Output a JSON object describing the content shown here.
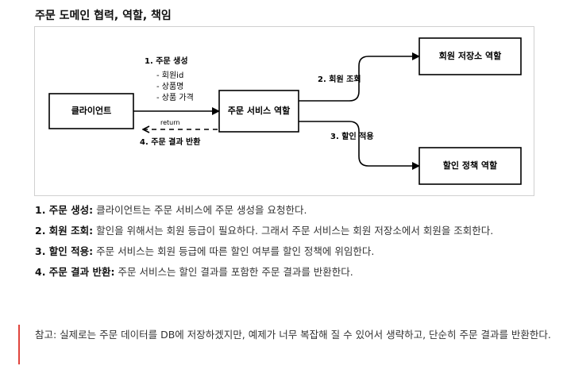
{
  "title": "주문 도메인 협력, 역할, 책임",
  "diagram": {
    "nodes": {
      "client": "클라이언트",
      "order_service": "주문 서비스 역할",
      "member_repo": "회원 저장소 역할",
      "discount_policy": "할인 정책 역할"
    },
    "edges": {
      "create_order": "1. 주문 생성",
      "params": [
        "- 회원id",
        "- 상품명",
        "- 상품 가격"
      ],
      "return": "return",
      "return_result": "4. 주문 결과 반환",
      "member_lookup": "2. 회원 조회",
      "apply_discount": "3. 할인 적용"
    }
  },
  "descriptions": [
    {
      "label": "1. 주문 생성:",
      "text": " 클라이언트는 주문 서비스에 주문 생성을 요청한다."
    },
    {
      "label": "2. 회원 조회:",
      "text": " 할인을 위해서는 회원 등급이 필요하다. 그래서 주문 서비스는 회원 저장소에서 회원을 조회한다."
    },
    {
      "label": "3. 할인 적용:",
      "text": " 주문 서비스는 회원 등급에 따른 할인 여부를 할인 정책에 위임한다."
    },
    {
      "label": "4. 주문 결과 반환:",
      "text": " 주문 서비스는 할인 결과를 포함한 주문 결과를 반환한다."
    }
  ],
  "note": "참고: 실제로는 주문 데이터를 DB에 저장하겠지만, 예제가 너무 복잡해 질 수 있어서 생략하고, 단순히 주문 결과를 반환한다."
}
